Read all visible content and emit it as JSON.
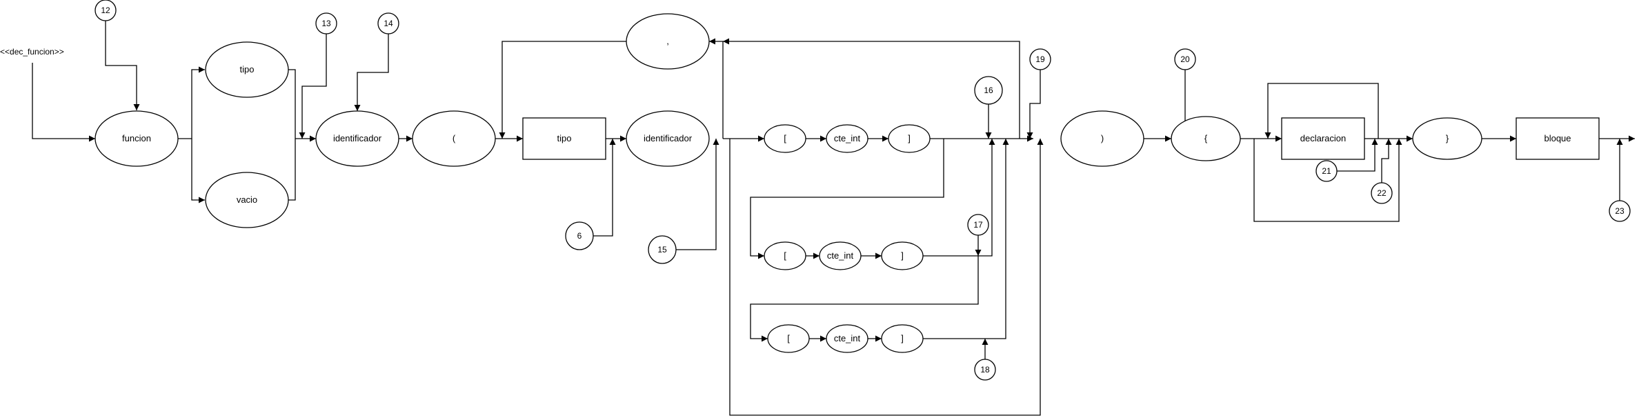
{
  "diagram": {
    "start_label": "<<dec_funcion>>",
    "nodes": {
      "funcion": "funcion",
      "tipo1": "tipo",
      "vacio": "vacio",
      "id1": "identificador",
      "paren_open": "(",
      "tipo2": "tipo",
      "id2": "identificador",
      "comma": ",",
      "b1_open": "[",
      "b1_cte": "cte_int",
      "b1_close": "]",
      "b2_open": "[",
      "b2_cte": "cte_int",
      "b2_close": "]",
      "b3_open": "[",
      "b3_cte": "cte_int",
      "b3_close": "]",
      "paren_close": ")",
      "brace_open": "{",
      "declaracion": "declaracion",
      "brace_close": "}",
      "bloque": "bloque"
    },
    "markers": {
      "m12": "12",
      "m13": "13",
      "m14": "14",
      "m6": "6",
      "m15": "15",
      "m16": "16",
      "m17": "17",
      "m18": "18",
      "m19": "19",
      "m20": "20",
      "m21": "21",
      "m22": "22",
      "m23": "23"
    }
  }
}
